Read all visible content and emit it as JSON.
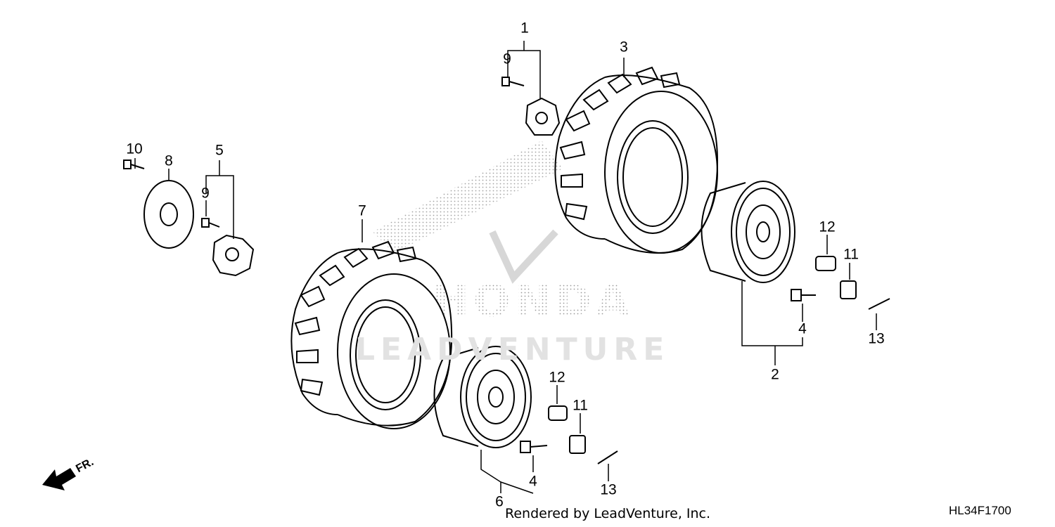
{
  "diagram_code": "HL34F1700",
  "rendered_by": "Rendered by LeadVenture, Inc.",
  "direction_label": "FR.",
  "watermark": {
    "brand": "LEADVENTURE"
  },
  "callouts": {
    "c1": "1",
    "c3": "3",
    "c9a": "9",
    "c10": "10",
    "c8": "8",
    "c5": "5",
    "c9b": "9",
    "c7": "7",
    "c12a": "12",
    "c11a": "11",
    "c4a": "4",
    "c13a": "13",
    "c2": "2",
    "c12b": "12",
    "c11b": "11",
    "c4b": "4",
    "c13b": "13",
    "c6": "6"
  }
}
